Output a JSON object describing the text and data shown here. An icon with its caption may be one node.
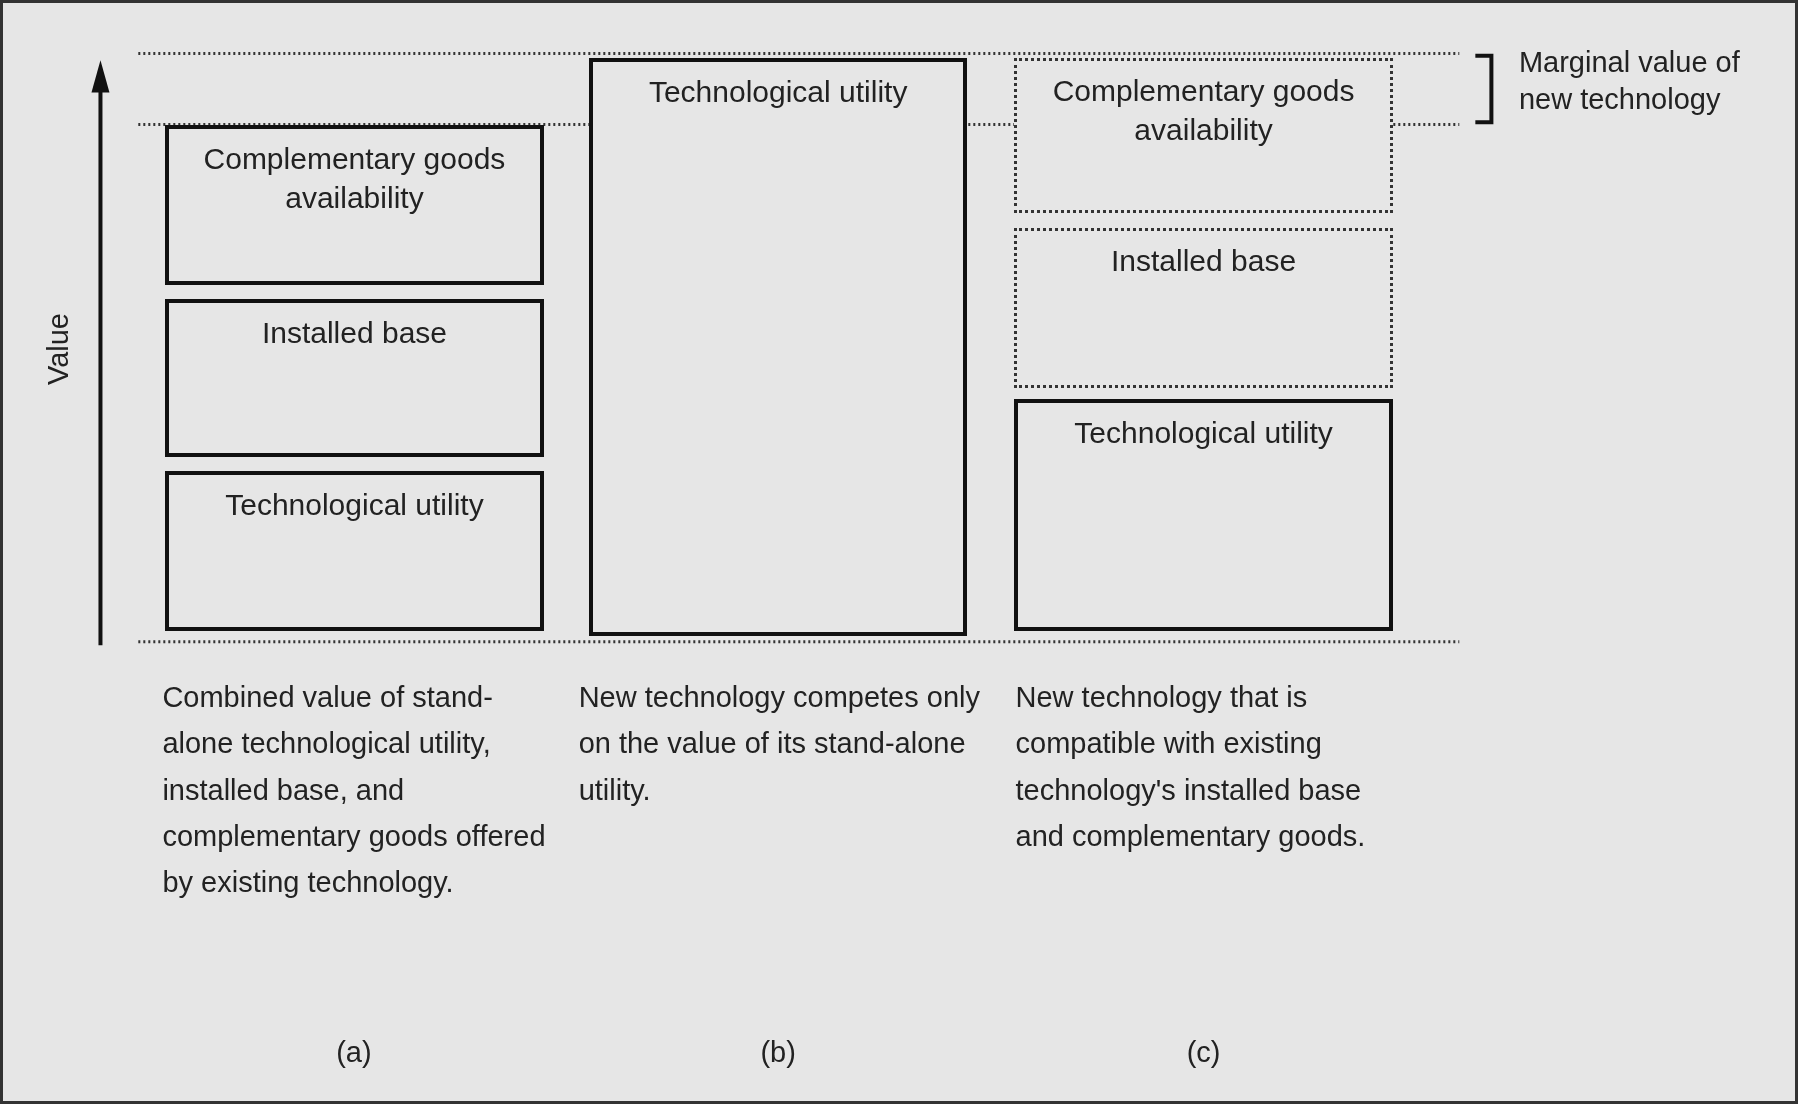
{
  "diagram": {
    "nodes": [
      {
        "text": [
          "Complementary goods availability"
        ]
      },
      {
        "text": [
          "Installed base"
        ]
      },
      {
        "text": [
          "Technological utility"
        ]
      },
      {
        "text": [
          "Technological utility"
        ]
      },
      {
        "text": [
          "Complementary goods availability"
        ]
      },
      {
        "text": [
          "Installed base"
        ]
      },
      {
        "text": [
          "Technological utility"
        ]
      }
    ],
    "edges": [],
    "labels": [
      "Value",
      "Marginal value of new technology",
      "Combined value of stand-alone technological utility, installed base, and complementary goods offered by existing technology.",
      "New technology competes only on the value of its stand-alone utility.",
      "New technology that is compatible with existing technology's installed base and complementary goods.",
      "(a)",
      "(b)",
      "(c)"
    ]
  }
}
